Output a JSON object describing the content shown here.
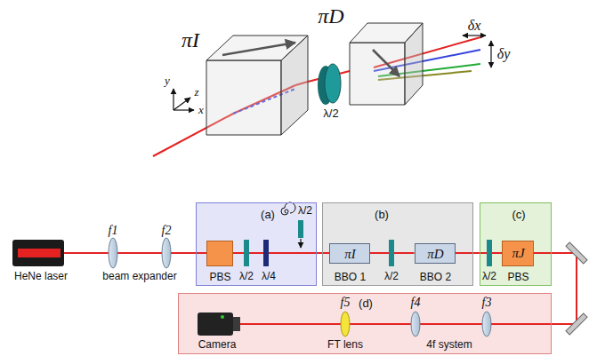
{
  "diagram": {
    "nodes": [
      {
        "text": [
          "πI"
        ]
      },
      {
        "text": [
          "πD"
        ]
      },
      {
        "text": [
          "(a)"
        ]
      },
      {
        "text": [
          "PBS"
        ],
        "in": 2
      },
      {
        "text": [
          "(b)"
        ]
      },
      {
        "text": [
          "πI",
          "BBO 1"
        ],
        "in": 4
      },
      {
        "text": [
          "πD",
          "BBO 2"
        ],
        "in": 4
      },
      {
        "text": [
          "(c)"
        ]
      },
      {
        "text": [
          "πJ",
          "PBS"
        ],
        "in": 7
      },
      {
        "text": [
          "(d)"
        ]
      }
    ],
    "edges": [
      {
        "from": 0,
        "to": 1,
        "arrow": "none"
      },
      {
        "from": 2,
        "to": 4,
        "arrow": "none"
      },
      {
        "from": 5,
        "to": 6,
        "arrow": "none"
      },
      {
        "from": 4,
        "to": 7,
        "arrow": "none"
      },
      {
        "from": 7,
        "to": 9,
        "arrow": "none"
      }
    ],
    "labels": [
      "y",
      "z",
      "x",
      "λ/2",
      "δx",
      "δy",
      "HeNe laser",
      "f1",
      "f2",
      "beam expander",
      "λ/2",
      "λ/4",
      "λ/2",
      "λ/2",
      "λ/2",
      "f5",
      "f4",
      "f3",
      "Camera",
      "FT lens",
      "4f system"
    ]
  }
}
